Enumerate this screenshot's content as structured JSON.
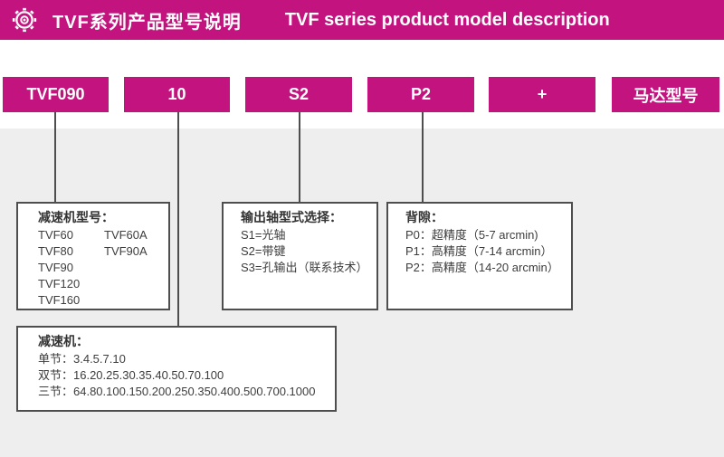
{
  "header": {
    "icon": "gear-icon",
    "title_zh": "TVF系列产品型号说明",
    "title_en": "TVF series product model description"
  },
  "model_row": {
    "segments": [
      {
        "label": "TVF090"
      },
      {
        "label": "10"
      },
      {
        "label": "S2"
      },
      {
        "label": "P2"
      },
      {
        "label": "+"
      },
      {
        "label": "马达型号"
      }
    ]
  },
  "boxes": {
    "gearbox_model": {
      "title": "减速机型号：",
      "col1": [
        "TVF60",
        "TVF80",
        "TVF90",
        "TVF120",
        "TVF160"
      ],
      "col2": [
        "TVF60A",
        "TVF90A"
      ]
    },
    "output_shaft": {
      "title": "输出轴型式选择：",
      "items": [
        "S1=光轴",
        "S2=带键",
        "S3=孔输出（联系技术）"
      ]
    },
    "backlash": {
      "title": "背隙：",
      "items": [
        "P0：超精度（5-7 arcmin)",
        "P1：高精度（7-14 arcmin）",
        "P2：高精度（14-20 arcmin）"
      ]
    },
    "ratio": {
      "title": "减速机：",
      "items": [
        "单节：3.4.5.7.10",
        "双节：16.20.25.30.35.40.50.70.100",
        "三节：64.80.100.150.200.250.350.400.500.700.1000"
      ]
    }
  },
  "colors": {
    "accent_magenta": "#c3137e",
    "panel_gray": "#eeeeee",
    "line_gray": "#4e4e4e",
    "text_dark": "#3d3d3d"
  }
}
